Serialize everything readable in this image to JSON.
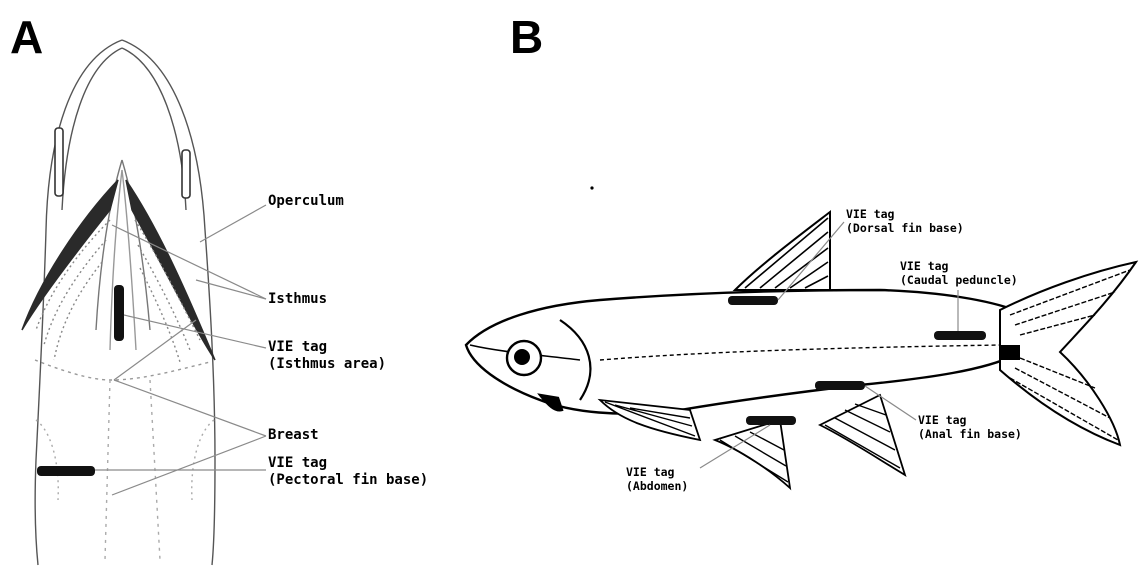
{
  "panel_a": {
    "letter": "A",
    "labels": {
      "operculum": "Operculum",
      "isthmus": "Isthmus",
      "vie_isthmus_line1": "VIE tag",
      "vie_isthmus_line2": "(Isthmus area)",
      "breast": "Breast",
      "vie_pectoral_line1": "VIE tag",
      "vie_pectoral_line2": "(Pectoral fin base)"
    }
  },
  "panel_b": {
    "letter": "B",
    "labels": {
      "vie_dorsal_line1": "VIE tag",
      "vie_dorsal_line2": "(Dorsal fin base)",
      "vie_caudal_line1": "VIE tag",
      "vie_caudal_line2": "(Caudal peduncle)",
      "vie_anal_line1": "VIE tag",
      "vie_anal_line2": "(Anal fin base)",
      "vie_abdomen_line1": "VIE tag",
      "vie_abdomen_line2": "(Abdomen)"
    }
  },
  "colors": {
    "tag_mark": "#111111",
    "outline": "#000000",
    "leader": "#8a8a8a"
  }
}
